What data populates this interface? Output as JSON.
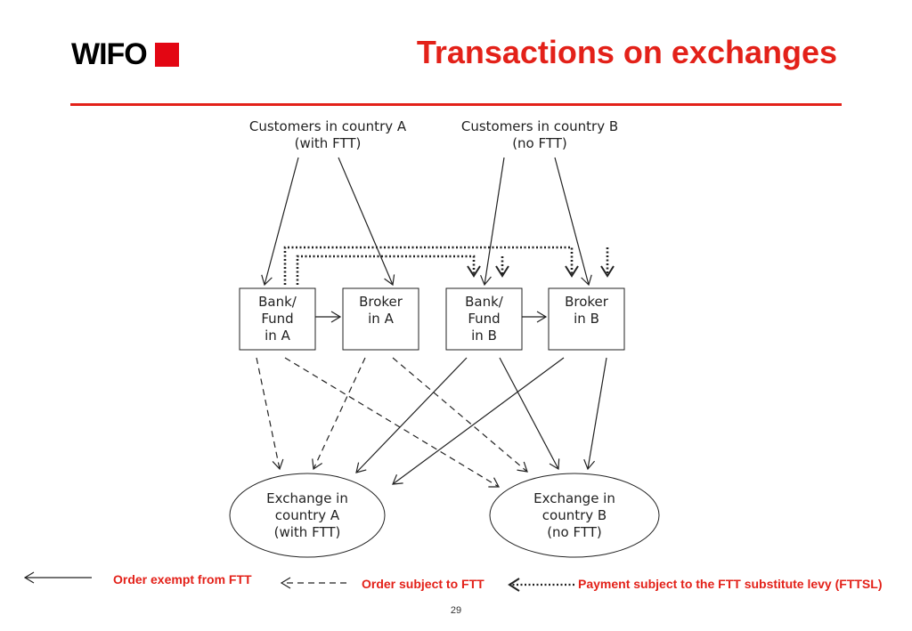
{
  "header": {
    "logo_text": "WIFO",
    "logo_color": "#e30613",
    "title": "Transactions on exchanges",
    "accent_color": "#e32119"
  },
  "diagram": {
    "customers_a": [
      "Customers in country A",
      "(with FTT)"
    ],
    "customers_b": [
      "Customers in country B",
      "(no FTT)"
    ],
    "bank_a": [
      "Bank/",
      "Fund",
      "in A"
    ],
    "broker_a": [
      "Broker",
      "in A"
    ],
    "bank_b": [
      "Bank/",
      "Fund",
      "in B"
    ],
    "broker_b": [
      "Broker",
      "in B"
    ],
    "exchange_a": [
      "Exchange in",
      "country A",
      "(with FTT)"
    ],
    "exchange_b": [
      "Exchange in",
      "country B",
      "(no FTT)"
    ]
  },
  "legend": {
    "exempt": "Order exempt from FTT",
    "subject": "Order subject to FTT",
    "payment": "Payment subject to the FTT substitute  levy (FTTSL)"
  },
  "page_number": "29"
}
